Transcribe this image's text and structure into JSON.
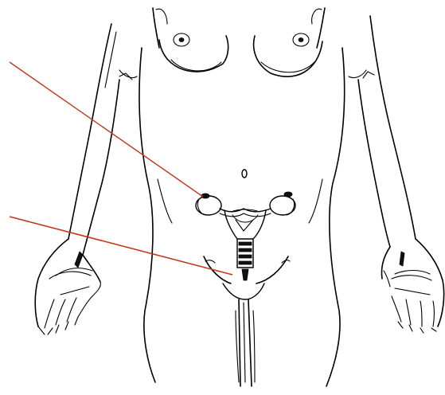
{
  "diagram": {
    "kind": "female-reproductive-anatomy-line-drawing",
    "pointer_color": "#c0391b",
    "line_color": "#000000",
    "background": "#ffffff",
    "pointers": [
      {
        "name": "ovary-pointer",
        "target": "ovary"
      },
      {
        "name": "vagina-pointer",
        "target": "vaginal-opening"
      }
    ],
    "labels": []
  }
}
